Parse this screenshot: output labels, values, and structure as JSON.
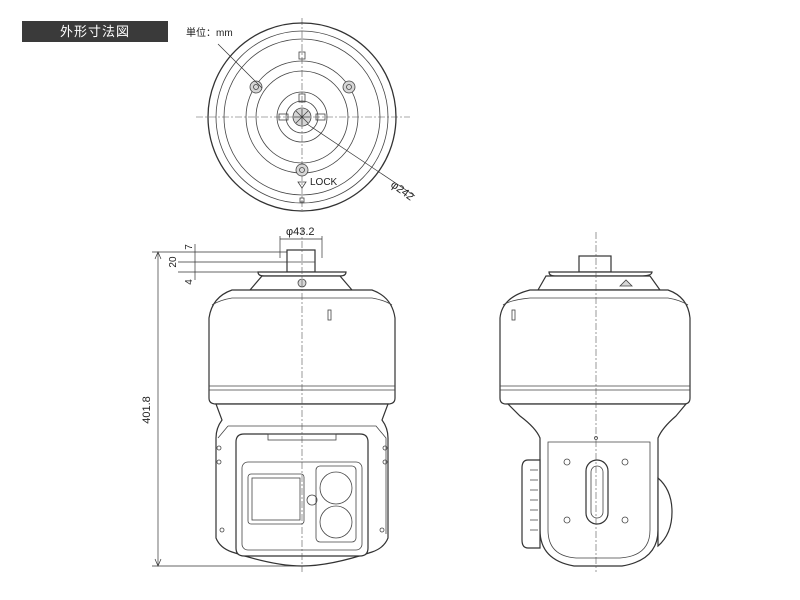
{
  "header": {
    "title": "外形寸法図",
    "unit": "単位：mm"
  },
  "dimensions": {
    "mount_diameter": "φ242",
    "pipe_diameter": "φ43.2",
    "total_height": "401.8",
    "dim_7": "7",
    "dim_20": "20",
    "dim_4": "4"
  },
  "markings": {
    "lock": "LOCK"
  }
}
